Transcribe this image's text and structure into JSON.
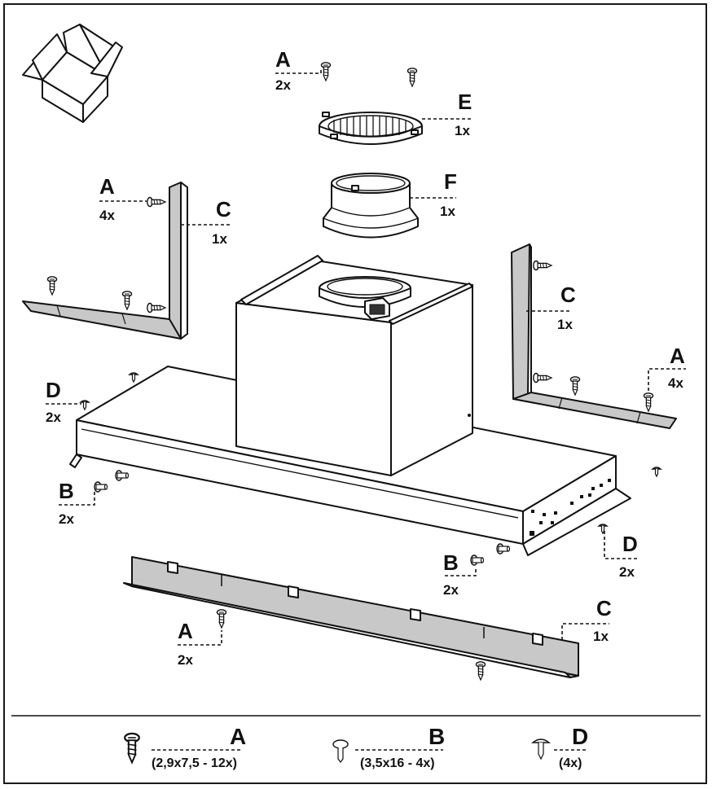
{
  "callouts": {
    "a_top": {
      "letter": "A",
      "qty": "2x"
    },
    "e_ring": {
      "letter": "E",
      "qty": "1x"
    },
    "f_collar": {
      "letter": "F",
      "qty": "1x"
    },
    "a_left": {
      "letter": "A",
      "qty": "4x"
    },
    "c_left": {
      "letter": "C",
      "qty": "1x"
    },
    "c_right": {
      "letter": "C",
      "qty": "1x"
    },
    "a_right": {
      "letter": "A",
      "qty": "4x"
    },
    "d_left": {
      "letter": "D",
      "qty": "2x"
    },
    "b_left": {
      "letter": "B",
      "qty": "2x"
    },
    "b_right": {
      "letter": "B",
      "qty": "2x"
    },
    "d_right": {
      "letter": "D",
      "qty": "2x"
    },
    "c_bottom": {
      "letter": "C",
      "qty": "1x"
    },
    "a_bottom": {
      "letter": "A",
      "qty": "2x"
    }
  },
  "legend": [
    {
      "letter": "A",
      "desc": "(2,9x7,5 - 12x)",
      "icon": "wood-screw-icon"
    },
    {
      "letter": "B",
      "desc": "(3,5x16 - 4x)",
      "icon": "mushroom-screw-icon"
    },
    {
      "letter": "D",
      "desc": "(4x)",
      "icon": "plastic-rivet-icon"
    }
  ],
  "colors": {
    "line": "#111111",
    "panel_shade": "#c8c8c8",
    "background": "#ffffff"
  }
}
